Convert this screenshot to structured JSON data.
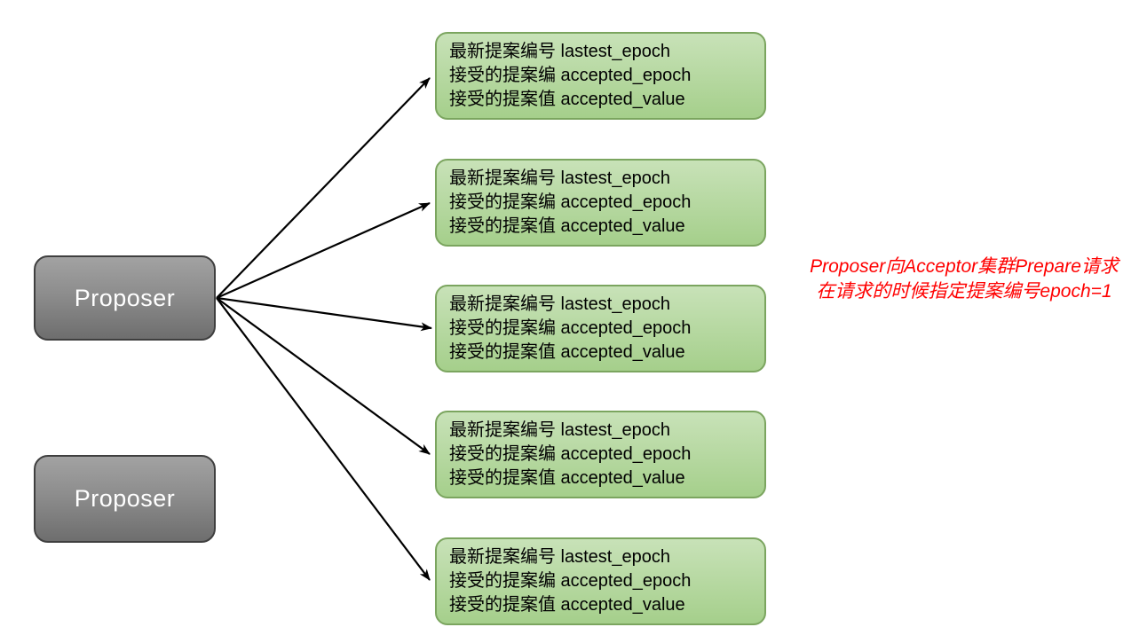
{
  "proposers": [
    {
      "label": "Proposer"
    },
    {
      "label": "Proposer"
    }
  ],
  "acceptors": [
    {
      "line1": "最新提案编号 lastest_epoch",
      "line2": "接受的提案编 accepted_epoch",
      "line3": "接受的提案值 accepted_value"
    },
    {
      "line1": "最新提案编号 lastest_epoch",
      "line2": "接受的提案编 accepted_epoch",
      "line3": "接受的提案值 accepted_value"
    },
    {
      "line1": "最新提案编号 lastest_epoch",
      "line2": "接受的提案编 accepted_epoch",
      "line3": "接受的提案值 accepted_value"
    },
    {
      "line1": "最新提案编号 lastest_epoch",
      "line2": "接受的提案编 accepted_epoch",
      "line3": "接受的提案值 accepted_value"
    },
    {
      "line1": "最新提案编号 lastest_epoch",
      "line2": "接受的提案编 accepted_epoch",
      "line3": "接受的提案值 accepted_value"
    }
  ],
  "annotation": {
    "line1": "Proposer向Acceptor集群Prepare请求",
    "line2": "在请求的时候指定提案编号epoch=1"
  },
  "colors": {
    "acceptor_fill_top": "#c8e2b8",
    "acceptor_fill_bottom": "#a5cf8b",
    "acceptor_border": "#7ba55f",
    "proposer_fill_top": "#a2a2a2",
    "proposer_fill_bottom": "#6e6e6e",
    "proposer_border": "#3f3f3f",
    "arrow": "#000000",
    "annotation_text": "#ff0000"
  }
}
